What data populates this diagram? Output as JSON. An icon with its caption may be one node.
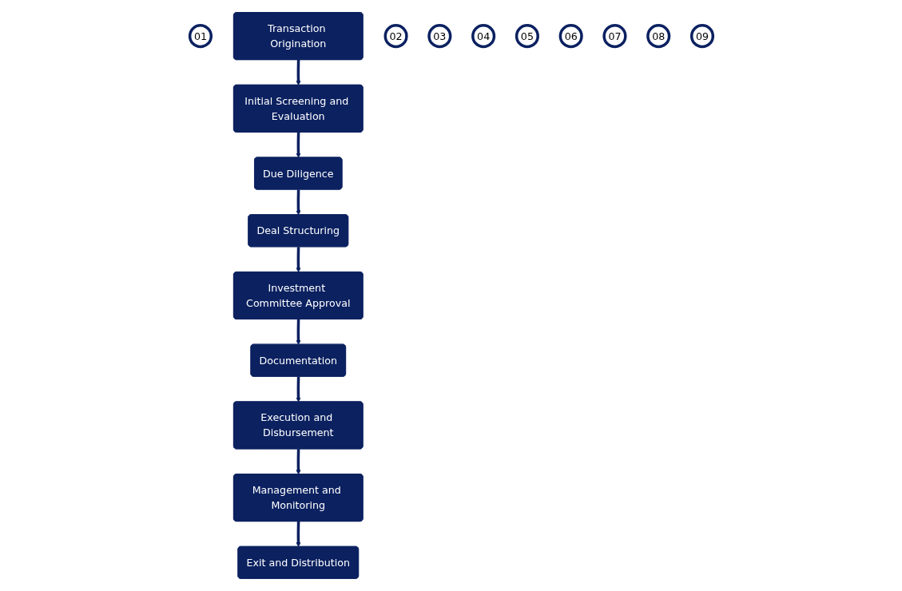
{
  "diagram": {
    "nodes": [
      {
        "text": [
          "01"
        ]
      },
      {
        "text": [
          "Transaction Origination"
        ]
      },
      {
        "text": [
          "02"
        ]
      },
      {
        "text": [
          "Initial Screening and Evaluation"
        ]
      },
      {
        "text": [
          "03"
        ]
      },
      {
        "text": [
          "Due Diligence"
        ]
      },
      {
        "text": [
          "04"
        ]
      },
      {
        "text": [
          "Deal Structuring"
        ]
      },
      {
        "text": [
          "05"
        ]
      },
      {
        "text": [
          "Investment Committee Approval"
        ]
      },
      {
        "text": [
          "06"
        ]
      },
      {
        "text": [
          "Documentation"
        ]
      },
      {
        "text": [
          "07"
        ]
      },
      {
        "text": [
          "Execution and Disbursement"
        ]
      },
      {
        "text": [
          "08"
        ]
      },
      {
        "text": [
          "Management and Monitoring"
        ]
      },
      {
        "text": [
          "09"
        ]
      },
      {
        "text": [
          "Exit and Distribution"
        ]
      }
    ],
    "edges": [
      {
        "from": 1,
        "to": 3,
        "arrow": "to"
      },
      {
        "from": 3,
        "to": 5,
        "arrow": "to"
      },
      {
        "from": 5,
        "to": 7,
        "arrow": "to"
      },
      {
        "from": 7,
        "to": 9,
        "arrow": "to"
      },
      {
        "from": 9,
        "to": 11,
        "arrow": "to"
      },
      {
        "from": 11,
        "to": 13,
        "arrow": "to"
      },
      {
        "from": 13,
        "to": 15,
        "arrow": "to"
      },
      {
        "from": 15,
        "to": 17,
        "arrow": "to"
      }
    ]
  }
}
